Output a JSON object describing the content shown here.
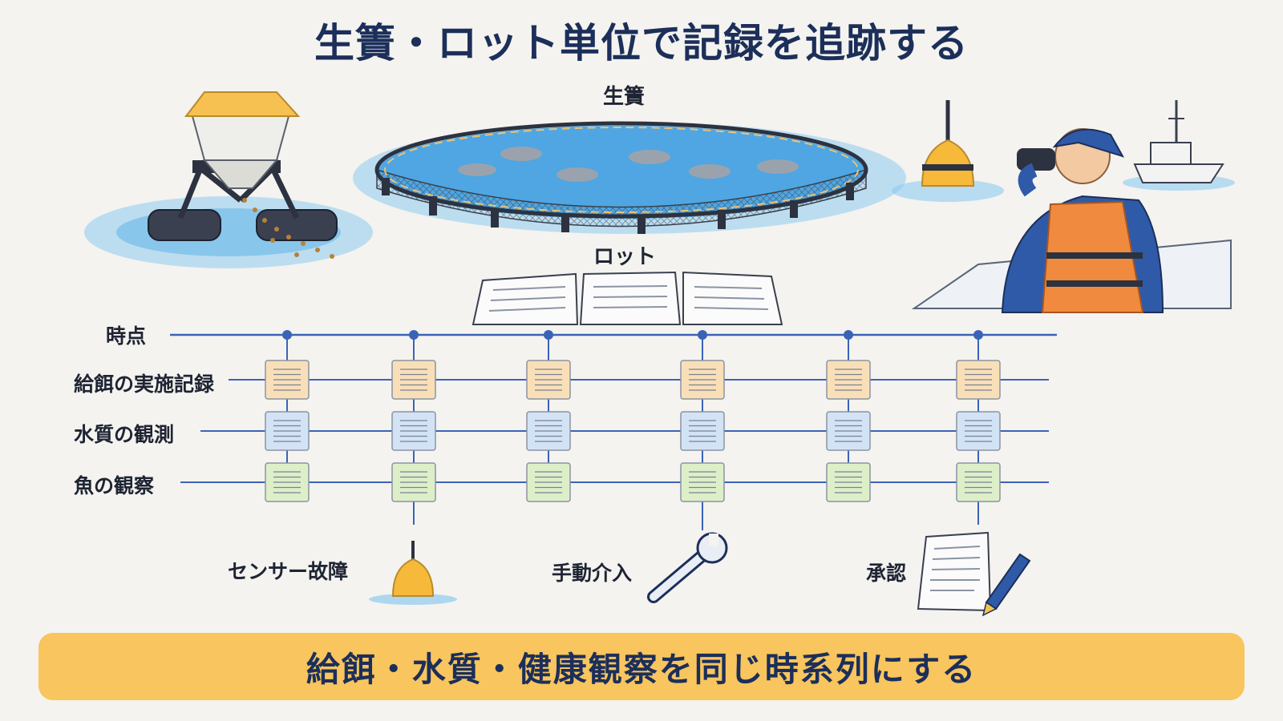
{
  "title": "生簀・ロット単位で記録を追跡する",
  "labels": {
    "pen": "生簀",
    "lot": "ロット",
    "time": "時点",
    "feeding": "給餌の実施記録",
    "water": "水質の観測",
    "fish": "魚の観察",
    "sensor_failure": "センサー故障",
    "manual": "手動介入",
    "approval": "承認"
  },
  "banner": "給餌・水質・健康観察を同じ時系列にする",
  "timeline": {
    "points": 6,
    "rows": [
      "feeding",
      "water",
      "fish"
    ],
    "events": [
      {
        "key": "sensor_failure",
        "point": 1
      },
      {
        "key": "manual",
        "point": 3
      },
      {
        "key": "approval",
        "point": 5
      }
    ]
  },
  "colors": {
    "navy": "#1c2f5a",
    "line": "#3a63b8",
    "feeding_card": "#f9dfb8",
    "water_card": "#d3e3f6",
    "fish_card": "#ddefc8",
    "banner": "#f8c55e",
    "water": "#5fb2e8"
  },
  "icons": [
    "feeder-icon",
    "fish-pen-icon",
    "buoy-sensor-icon",
    "observer-person-icon",
    "boat-icon",
    "lot-documents-icon",
    "wrench-icon",
    "document-pen-icon"
  ]
}
